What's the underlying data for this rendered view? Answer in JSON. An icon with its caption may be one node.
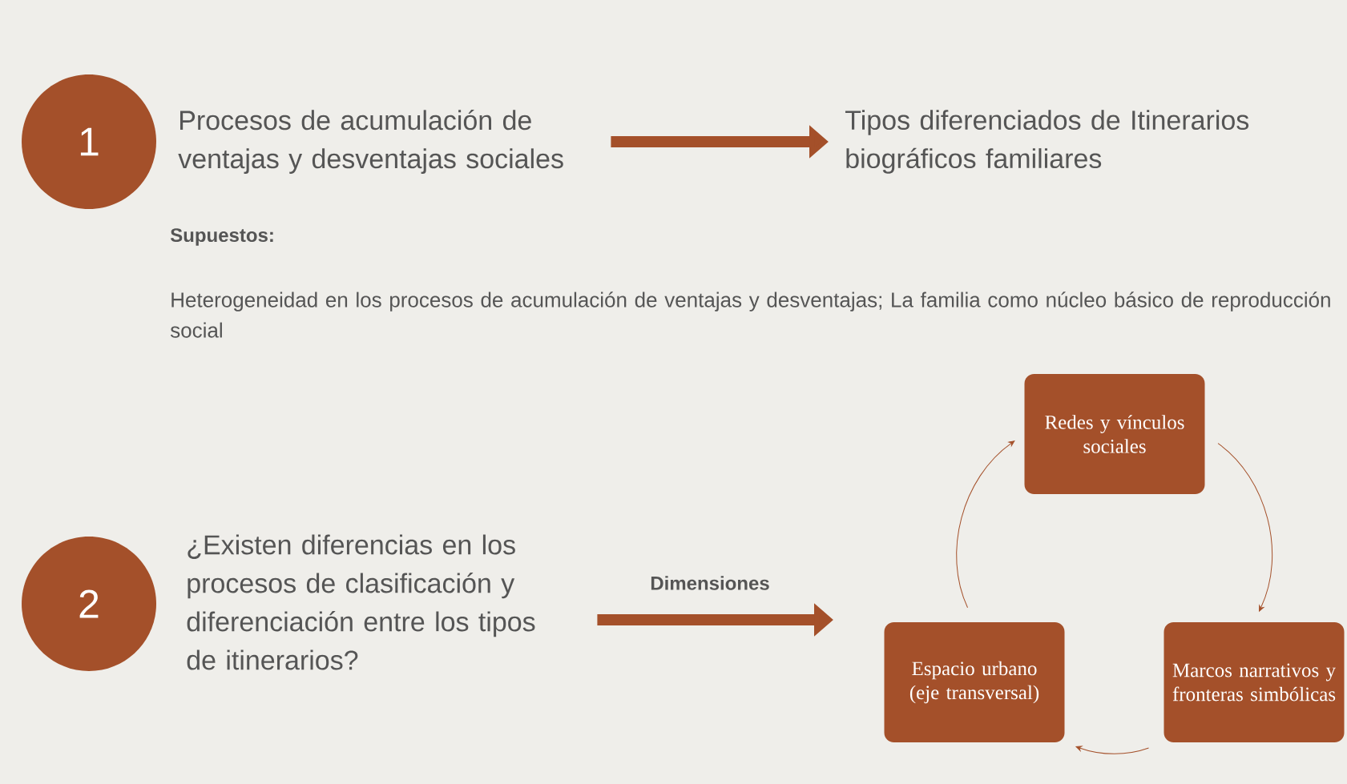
{
  "diagram": {
    "nodes": [
      {
        "text": [
          "1"
        ]
      },
      {
        "text": [
          "Procesos de acumulación de ventajas y desventajas sociales"
        ]
      },
      {
        "text": [
          "Tipos diferenciados de Itinerarios biográficos familiares"
        ]
      },
      {
        "text": [
          "2"
        ]
      },
      {
        "text": [
          "¿Existen diferencias en los procesos de clasificación y diferenciación entre los tipos de itinerarios?"
        ]
      },
      {
        "text": [
          "Redes y vínculos sociales"
        ]
      },
      {
        "text": [
          "Marcos narrativos y fronteras simbólicas"
        ]
      },
      {
        "text": [
          "Espacio urbano (eje transversal)"
        ]
      }
    ],
    "edges": [
      {
        "from": 1,
        "to": 2,
        "arrow": "to",
        "style": "thick"
      },
      {
        "from": 4,
        "to": null,
        "arrow": "to",
        "style": "thick",
        "label": "Dimensiones"
      },
      {
        "from": 5,
        "to": 6,
        "arrow": "to"
      },
      {
        "from": 6,
        "to": 7,
        "arrow": "to"
      },
      {
        "from": 7,
        "to": 5,
        "arrow": "to"
      }
    ],
    "labels": [
      "Supuestos:",
      "Heterogeneidad en los procesos de acumulación de ventajas y desventajas; La familia como núcleo básico de reproducción social"
    ]
  }
}
